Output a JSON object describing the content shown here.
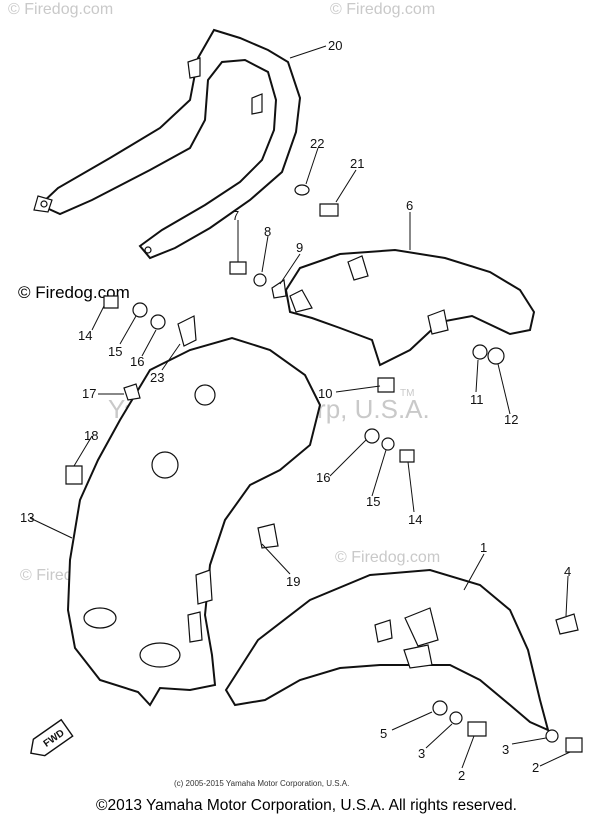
{
  "watermarks": {
    "site": "© Firedog.com",
    "brand_site": "© Firedog.com",
    "trademark": "Yamaha Motor Corp, U.S.A.",
    "trademark_symbol": "TM"
  },
  "callouts": [
    "1",
    "2",
    "2",
    "3",
    "3",
    "4",
    "5",
    "6",
    "7",
    "8",
    "9",
    "10",
    "11",
    "12",
    "13",
    "14",
    "14",
    "15",
    "15",
    "16",
    "16",
    "17",
    "18",
    "19",
    "20",
    "21",
    "22",
    "23"
  ],
  "direction_badge": "FWD",
  "diagram_copyright": "(c) 2005-2015 Yamaha Motor Corporation, U.S.A.",
  "footer": "©2013 Yamaha Motor Corporation, U.S.A. All rights reserved."
}
